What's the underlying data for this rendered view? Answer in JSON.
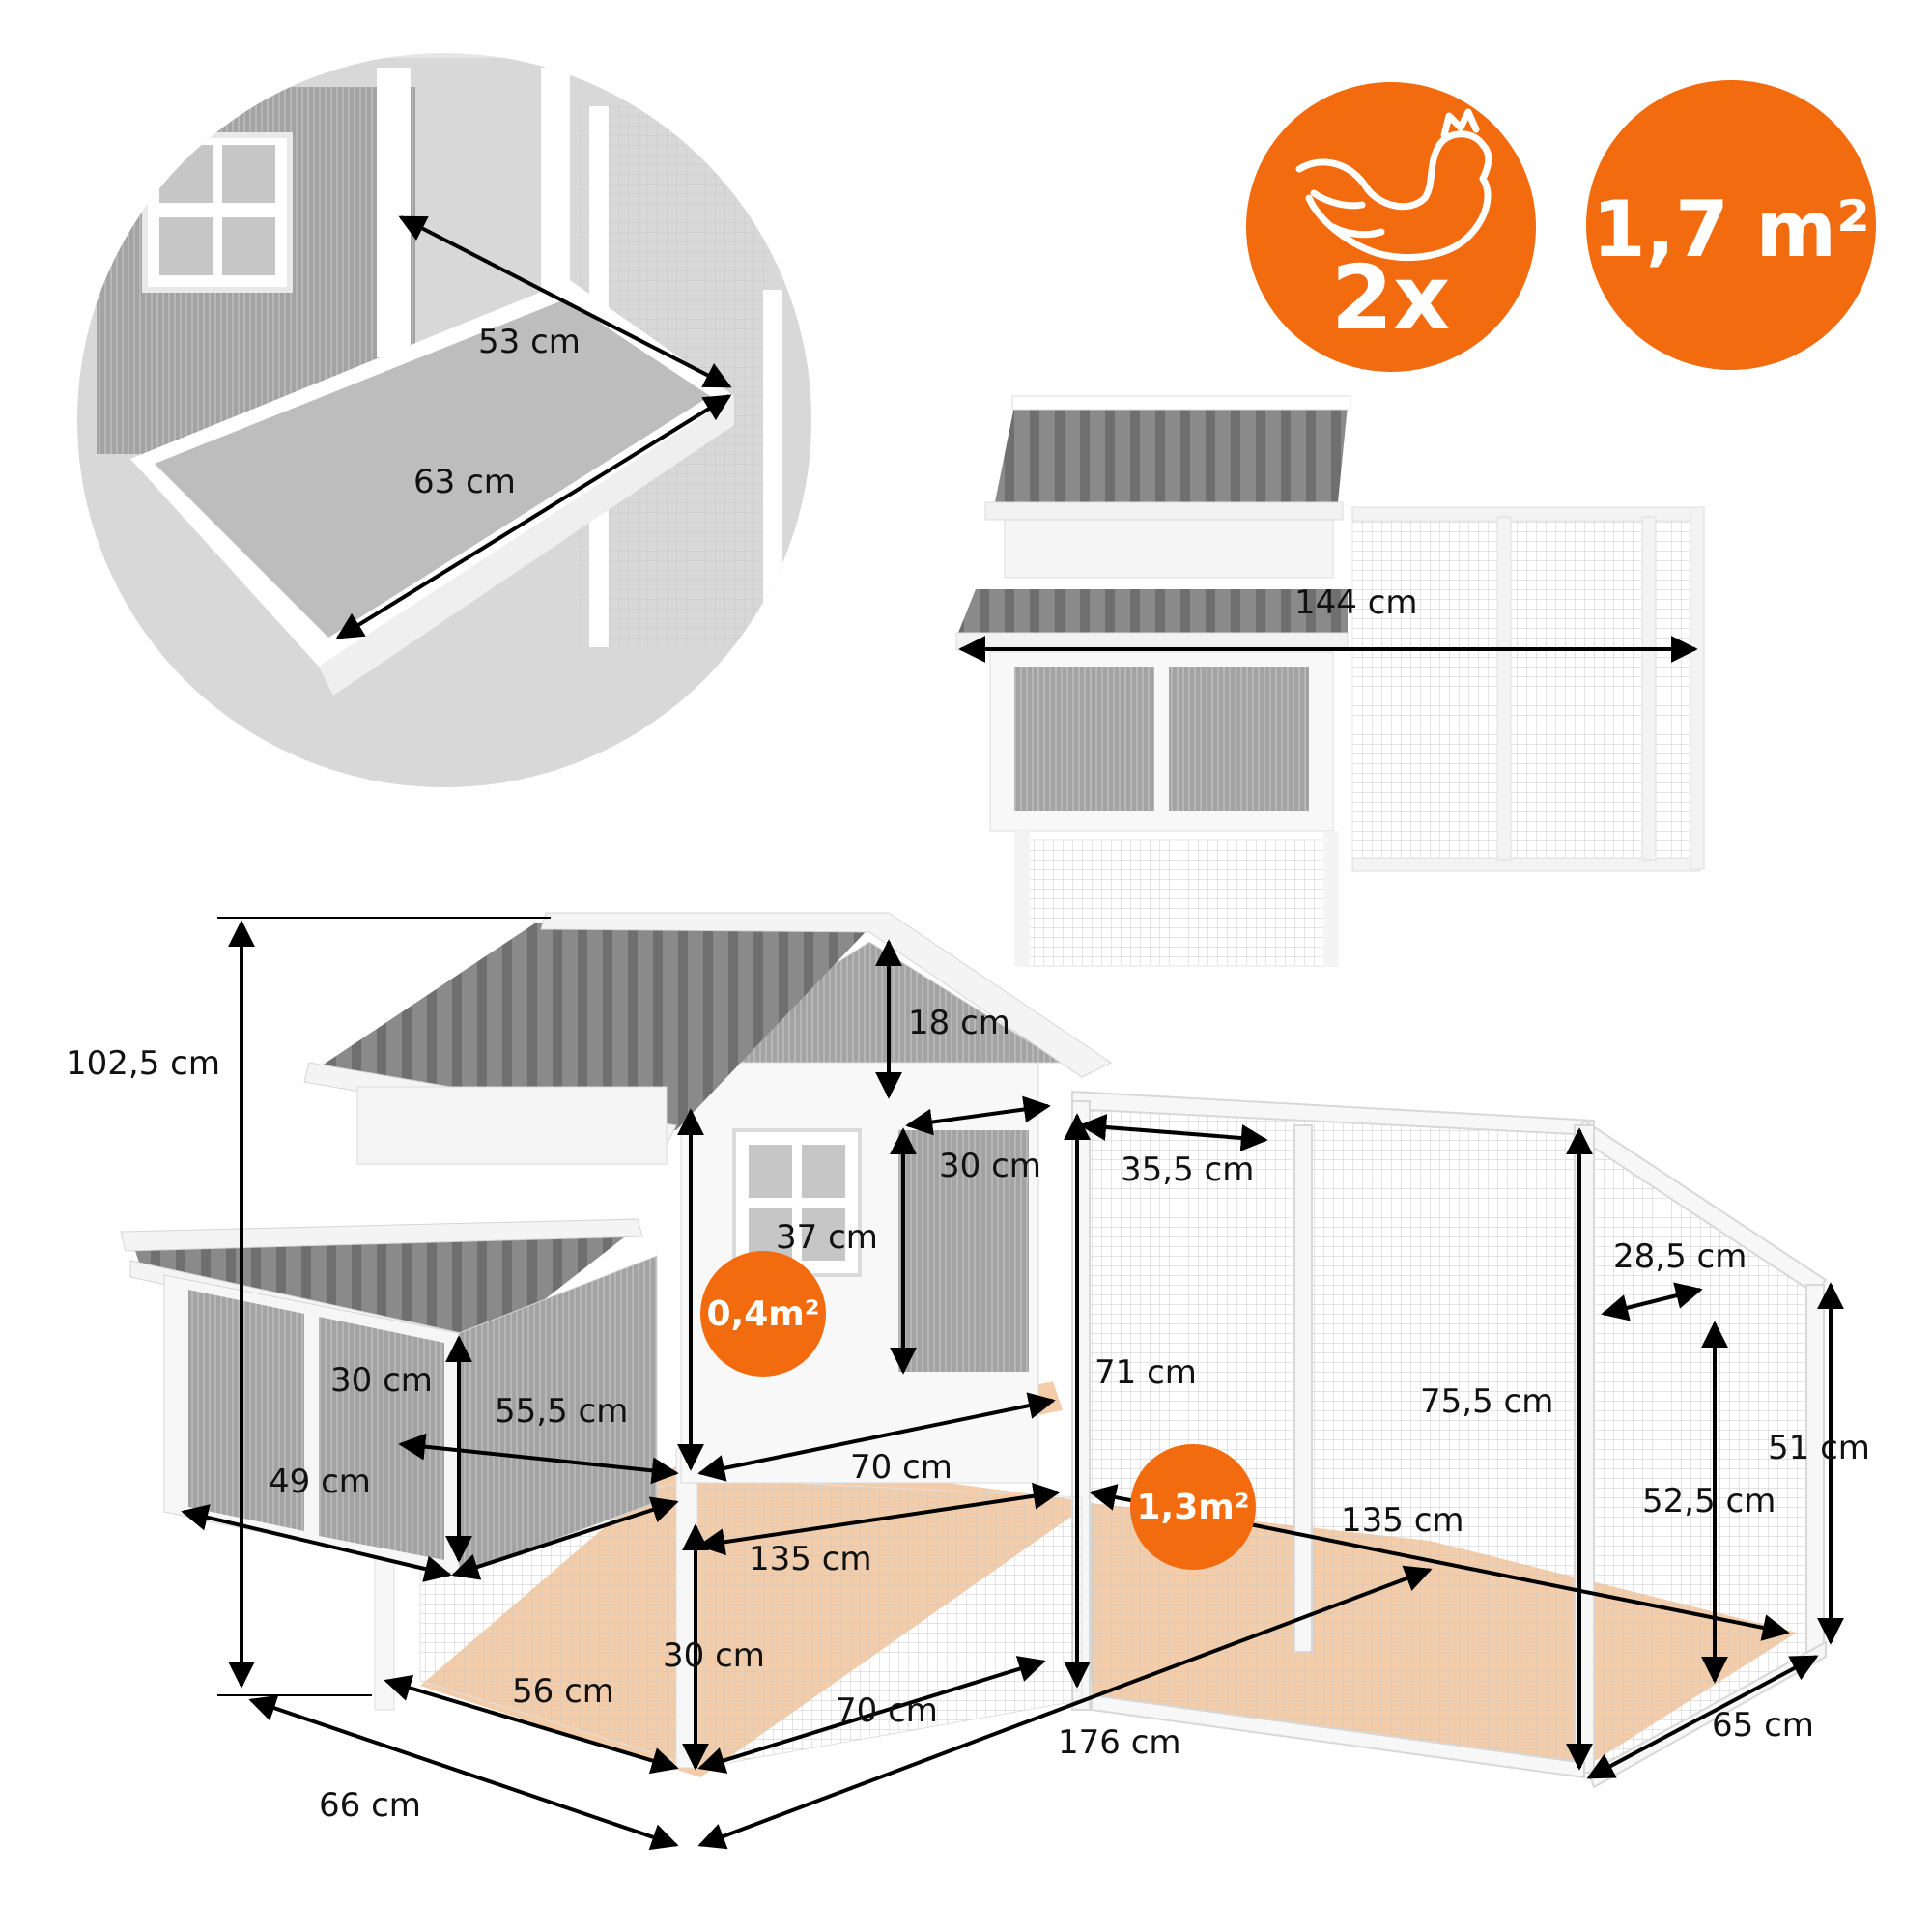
{
  "badges": {
    "chickens": "2x",
    "total_area": "1,7 m²",
    "house_area": "0,4m²",
    "run_area": "1,3m²"
  },
  "inset": {
    "tray_depth": "53 cm",
    "tray_width": "63 cm"
  },
  "top_view": {
    "overall_length": "144 cm"
  },
  "main": {
    "total_height": "102,5 cm",
    "roof_height": "18 cm",
    "door_width": "30 cm",
    "window_height": "37 cm",
    "run_door_width": "35,5 cm",
    "nest_height": "30 cm",
    "nest_width": "55,5 cm",
    "nest_depth": "49 cm",
    "floor_depth": "70 cm",
    "house_length": "135 cm",
    "run_top_height": "71 cm",
    "run_height": "75,5 cm",
    "run_length": "135 cm",
    "small_door_width": "28,5 cm",
    "small_door_height": "52,5 cm",
    "run_end_height": "51 cm",
    "under_height": "30 cm",
    "under_width": "56 cm",
    "under_depth": "70 cm",
    "total_length": "176 cm",
    "total_depth": "66 cm",
    "run_depth": "65 cm"
  },
  "colors": {
    "accent": "#f26b0f",
    "floor_highlight": "#f2c6a0",
    "frame": "#ffffff",
    "panel": "#9a9a9a",
    "roof": "#7f7f7f"
  }
}
